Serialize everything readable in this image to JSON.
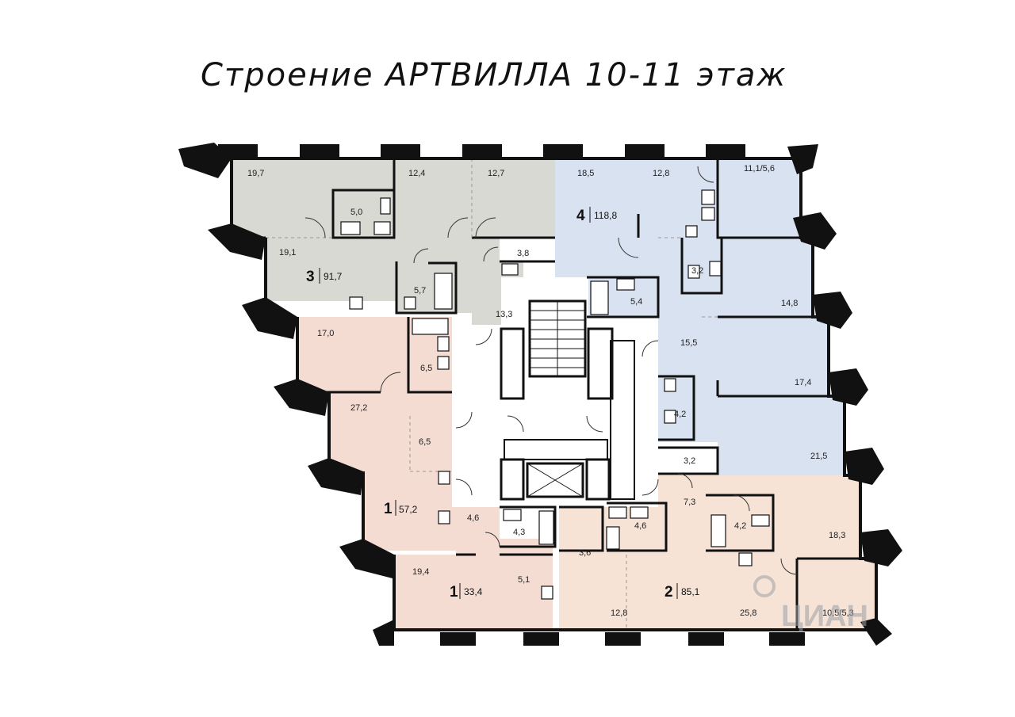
{
  "title": "Строение АРТВИЛЛА  10-11 этаж",
  "colors": {
    "apt1": "#f5dcd3",
    "apt2": "#f7e3d6",
    "apt3": "#d8d9d3",
    "apt4": "#d9e2f0",
    "wall": "#111111",
    "core": "#ffffff"
  },
  "apartments": [
    {
      "id": "apt-3",
      "number": "3",
      "total": "91,7"
    },
    {
      "id": "apt-4",
      "number": "4",
      "total": "118,8"
    },
    {
      "id": "apt-1a",
      "number": "1",
      "total": "57,2"
    },
    {
      "id": "apt-1b",
      "number": "1",
      "total": "33,4"
    },
    {
      "id": "apt-2",
      "number": "2",
      "total": "85,1"
    }
  ],
  "rooms": {
    "r1": "19,7",
    "r2": "12,4",
    "r3": "12,7",
    "r4": "5,0",
    "r5": "19,1",
    "r6": "3,8",
    "r7": "5,7",
    "r8": "13,3",
    "r9": "18,5",
    "r10": "12,8",
    "r11": "11,1/5,6",
    "r12": "3,2",
    "r13": "14,8",
    "r14": "5,4",
    "r15": "15,5",
    "r16": "17,4",
    "r17": "4,2",
    "r18": "21,5",
    "r19": "17,0",
    "r20": "6,5",
    "r21": "27,2",
    "r22": "6,5",
    "r23": "4,6",
    "r24": "4,3",
    "r25": "19,4",
    "r26": "5,1",
    "r27": "3,2",
    "r28": "7,3",
    "r29": "4,2",
    "r30": "18,3",
    "r31": "4,6",
    "r32": "3,6",
    "r33": "12,8",
    "r34": "25,8",
    "r35": "10,5/5,3"
  },
  "watermark": "ЦИАН"
}
